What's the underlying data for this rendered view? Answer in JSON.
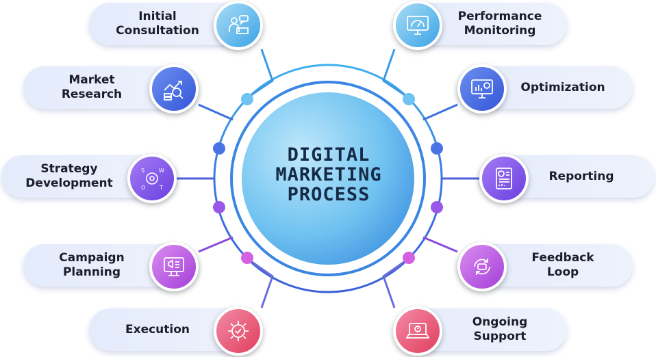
{
  "title_lines": [
    "DIGITAL",
    "MARKETING",
    "PROCESS"
  ],
  "steps_left": [
    {
      "label": "Initial\nConsultation",
      "icon": "consultation-icon",
      "color_from": "#a8dcf5",
      "color_to": "#3aa4e6"
    },
    {
      "label": "Market\nResearch",
      "icon": "market-research-icon",
      "color_from": "#6b8ff0",
      "color_to": "#3456d8"
    },
    {
      "label": "Strategy\nDevelopment",
      "icon": "swot-icon",
      "color_from": "#a47cf5",
      "color_to": "#6a3fe0"
    },
    {
      "label": "Campaign\nPlanning",
      "icon": "campaign-planning-icon",
      "color_from": "#d98cf0",
      "color_to": "#a43fd8"
    },
    {
      "label": "Execution",
      "icon": "execution-gear-icon",
      "color_from": "#f38aa6",
      "color_to": "#e0405e"
    }
  ],
  "steps_right": [
    {
      "label": "Performance\nMonitoring",
      "icon": "gauge-monitor-icon",
      "color_from": "#a8dcf5",
      "color_to": "#3aa4e6"
    },
    {
      "label": "Optimization",
      "icon": "optimization-chart-icon",
      "color_from": "#6b8ff0",
      "color_to": "#3456d8"
    },
    {
      "label": "Reporting",
      "icon": "report-document-icon",
      "color_from": "#a47cf5",
      "color_to": "#6a3fe0"
    },
    {
      "label": "Feedback\nLoop",
      "icon": "feedback-loop-icon",
      "color_from": "#d98cf0",
      "color_to": "#a43fd8"
    },
    {
      "label": "Ongoing\nSupport",
      "icon": "support-laptop-icon",
      "color_from": "#f38aa6",
      "color_to": "#e0405e"
    }
  ]
}
